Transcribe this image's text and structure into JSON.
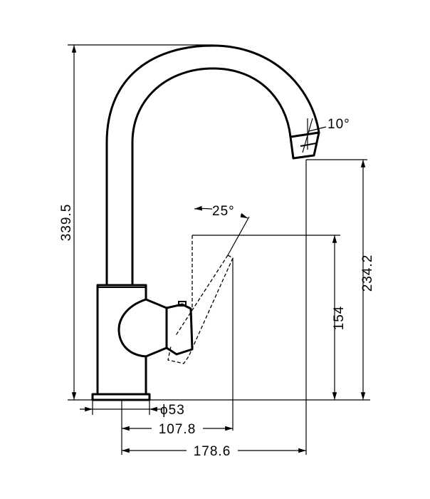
{
  "drawing": {
    "dimensions": {
      "total_height": "339.5",
      "spout_height": "234.2",
      "lever_height": "154",
      "base_diameter": "ϕ53",
      "lever_reach": "107.8",
      "spout_reach": "178.6"
    },
    "angles": {
      "spout_tilt": "10°",
      "lever_rotation": "25°"
    }
  }
}
